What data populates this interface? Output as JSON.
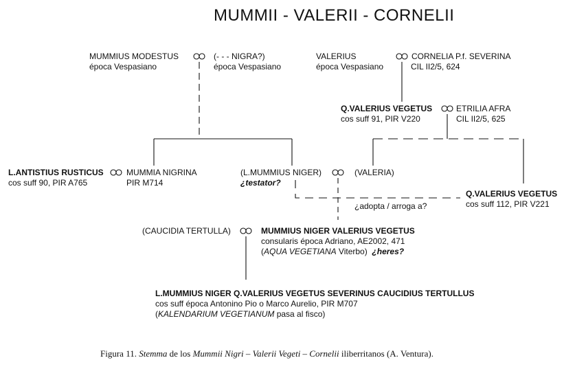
{
  "title": "MUMMII - VALERII - CORNELII",
  "persons": {
    "mummius_modestus": {
      "name": "MUMMIUS MODESTUS",
      "detail": "época Vespasiano"
    },
    "nigra": {
      "name": "(- - -  NIGRA?)",
      "detail": "época Vespasiano"
    },
    "valerius": {
      "name": "VALERIUS",
      "detail": "época Vespasiano"
    },
    "cornelia": {
      "name": "CORNELIA P.f. SEVERINA",
      "detail": "CIL II2/5, 624"
    },
    "q_valerius_vegetus_91": {
      "name": "Q.VALERIUS VEGETUS",
      "detail": "cos suff 91, PIR V220"
    },
    "etrilia_afra": {
      "name": "ETRILIA AFRA",
      "detail": "CIL II2/5, 625"
    },
    "antistius": {
      "name": "L.ANTISTIUS RUSTICUS",
      "detail": "cos suff 90, PIR A765"
    },
    "mummia_nigrina": {
      "name": "MUMMIA NIGRINA",
      "detail": "PIR M714"
    },
    "mummius_niger": {
      "name": "(L.MUMMIUS NIGER)",
      "detail": "¿testator?"
    },
    "valeria": {
      "name": "(VALERIA)"
    },
    "q_valerius_vegetus_112": {
      "name": "Q.VALERIUS VEGETUS",
      "detail": "cos suff 112, PIR V221"
    },
    "caucidia": {
      "name": "(CAUCIDIA TERTULLA)"
    },
    "mummius_niger_valerius": {
      "name": "MUMMIUS NIGER VALERIUS VEGETUS",
      "detail": "consularis época Adriano, AE2002, 471",
      "detail2_open": "(",
      "detail2_italic": "AQUA VEGETIANA",
      "detail2_rest": " Viterbo)",
      "detail2_heres": "¿heres?"
    },
    "l_mummius_severinus": {
      "name": "L.MUMMIUS NIGER Q.VALERIUS VEGETUS SEVERINUS CAUCIDIUS TERTULLUS",
      "detail": "cos suff época Antonino Pio o Marco Aurelio, PIR M707",
      "detail2_open": "(",
      "detail2_italic": "KALENDARIUM VEGETIANUM",
      "detail2_rest": " pasa al fisco)"
    }
  },
  "adoption_note": "¿adopta / arroga a?",
  "caption": {
    "prefix": "Figura 11. ",
    "stemma": "Stemma",
    "mid1": " de los ",
    "names": "Mummii Nigri – Valerii Vegeti – Cornelii",
    "suffix": " iliberritanos (A. Ventura)."
  }
}
